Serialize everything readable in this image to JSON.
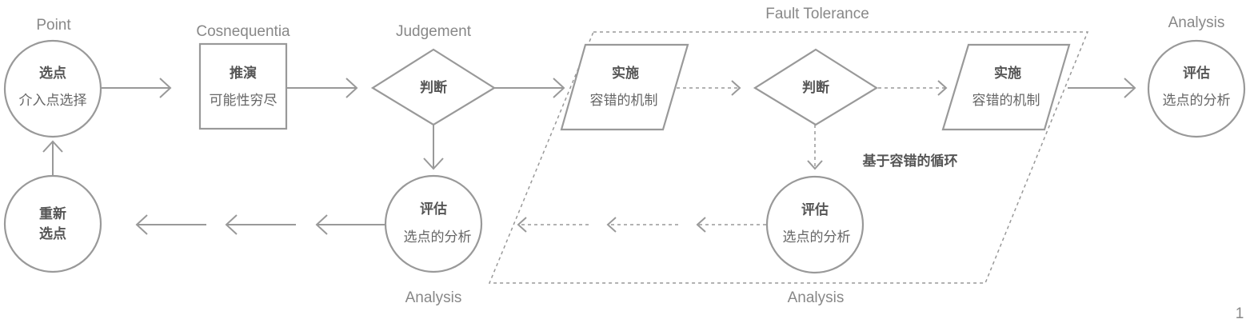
{
  "labels": {
    "point": "Point",
    "consequentia": "Cosnequentia",
    "judgement": "Judgement",
    "fault_tolerance": "Fault Tolerance",
    "analysis_top_right": "Analysis",
    "analysis_bottom_mid": "Analysis",
    "analysis_bottom_right": "Analysis"
  },
  "nodes": {
    "select_point": {
      "title": "选点",
      "subtitle": "介入点选择"
    },
    "deduce": {
      "title": "推演",
      "subtitle": "可能性穷尽"
    },
    "judge_1": {
      "title": "判断"
    },
    "implement_1": {
      "title": "实施",
      "subtitle": "容错的机制"
    },
    "judge_2": {
      "title": "判断"
    },
    "implement_2": {
      "title": "实施",
      "subtitle": "容错的机制"
    },
    "evaluate_right": {
      "title": "评估",
      "subtitle": "选点的分析"
    },
    "evaluate_mid": {
      "title": "评估",
      "subtitle": "选点的分析"
    },
    "evaluate_loop": {
      "title": "评估",
      "subtitle": "选点的分析"
    },
    "reselect": {
      "line1": "重新",
      "line2": "选点"
    }
  },
  "loop_label": "基于容错的循环",
  "page_number": "1"
}
